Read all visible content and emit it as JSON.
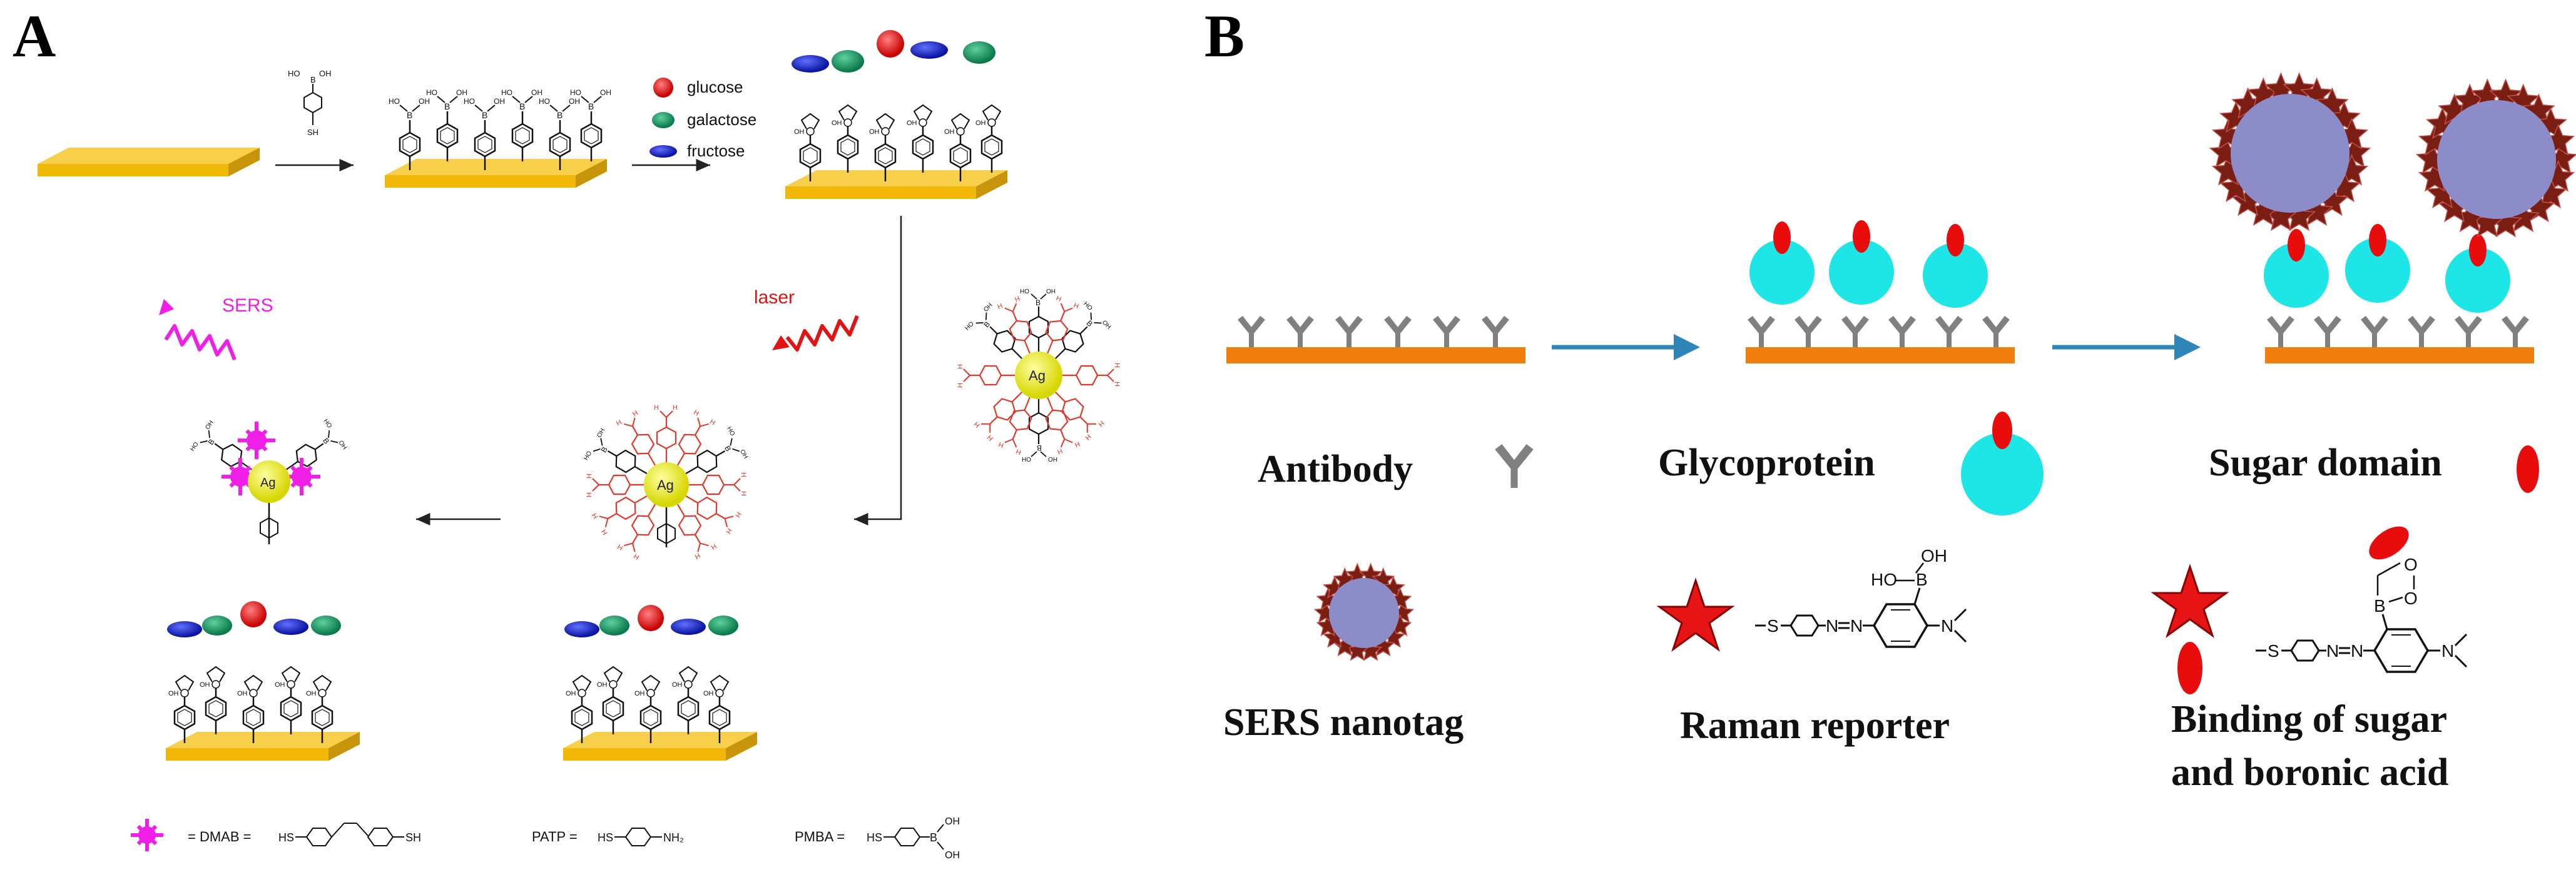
{
  "panels": {
    "a": {
      "letter": "A",
      "legend": {
        "glucose": "glucose",
        "galactose": "galactose",
        "fructose": "fructose"
      },
      "signals": {
        "sers": "SERS",
        "laser": "laser"
      },
      "ag_label": "Ag",
      "reagent_top": {
        "oh_left": "HO",
        "b": "B",
        "oh_right": "OH",
        "sh": "SH"
      },
      "bottom_legend": {
        "dmab": "= DMAB =",
        "dmab_hs": "HS",
        "dmab_sh": "SH",
        "patp": "PATP =",
        "patp_hs": "HS",
        "patp_nh2": "NH₂",
        "pmba": "PMBA =",
        "pmba_hs": "HS",
        "pmba_b": "B",
        "pmba_oh_top": "OH",
        "pmba_oh_bottom": "OH"
      }
    },
    "b": {
      "letter": "B",
      "labels": {
        "antibody": "Antibody",
        "glycoprotein": "Glycoprotein",
        "sugar_domain": "Sugar domain",
        "sers_nanotag": "SERS nanotag",
        "raman_reporter": "Raman reporter",
        "binding_line1": "Binding of sugar",
        "binding_line2": "and boronic acid"
      },
      "chem_reporter": {
        "s": "S",
        "n1": "N",
        "n2": "N",
        "ho": "HO",
        "b": "B",
        "oh": "OH",
        "nme2": "N"
      },
      "chem_binding": {
        "s": "S",
        "n1": "N",
        "n2": "N",
        "b": "B",
        "o_top": "O",
        "o_bottom": "O",
        "nme2": "N"
      }
    }
  },
  "colors": {
    "gold_substrate": "#f2b807",
    "glucose": "#e01414",
    "galactose": "#109a64",
    "fructose": "#1420c8",
    "ag_particle": "#e8e81a",
    "sers_magenta": "#f01ee6",
    "laser_red": "#e01414",
    "patp_red": "#e0382a",
    "orange_bar": "#f07e0c",
    "antibody_gray": "#808080",
    "glyco_cyan": "#1ee6e6",
    "sugar_red": "#e80c0c",
    "nanotag_core": "#8c8cc8",
    "nanotag_star": "#7a1e14",
    "raman_star": "#e61414",
    "arrow_blue": "#2e86b8"
  }
}
